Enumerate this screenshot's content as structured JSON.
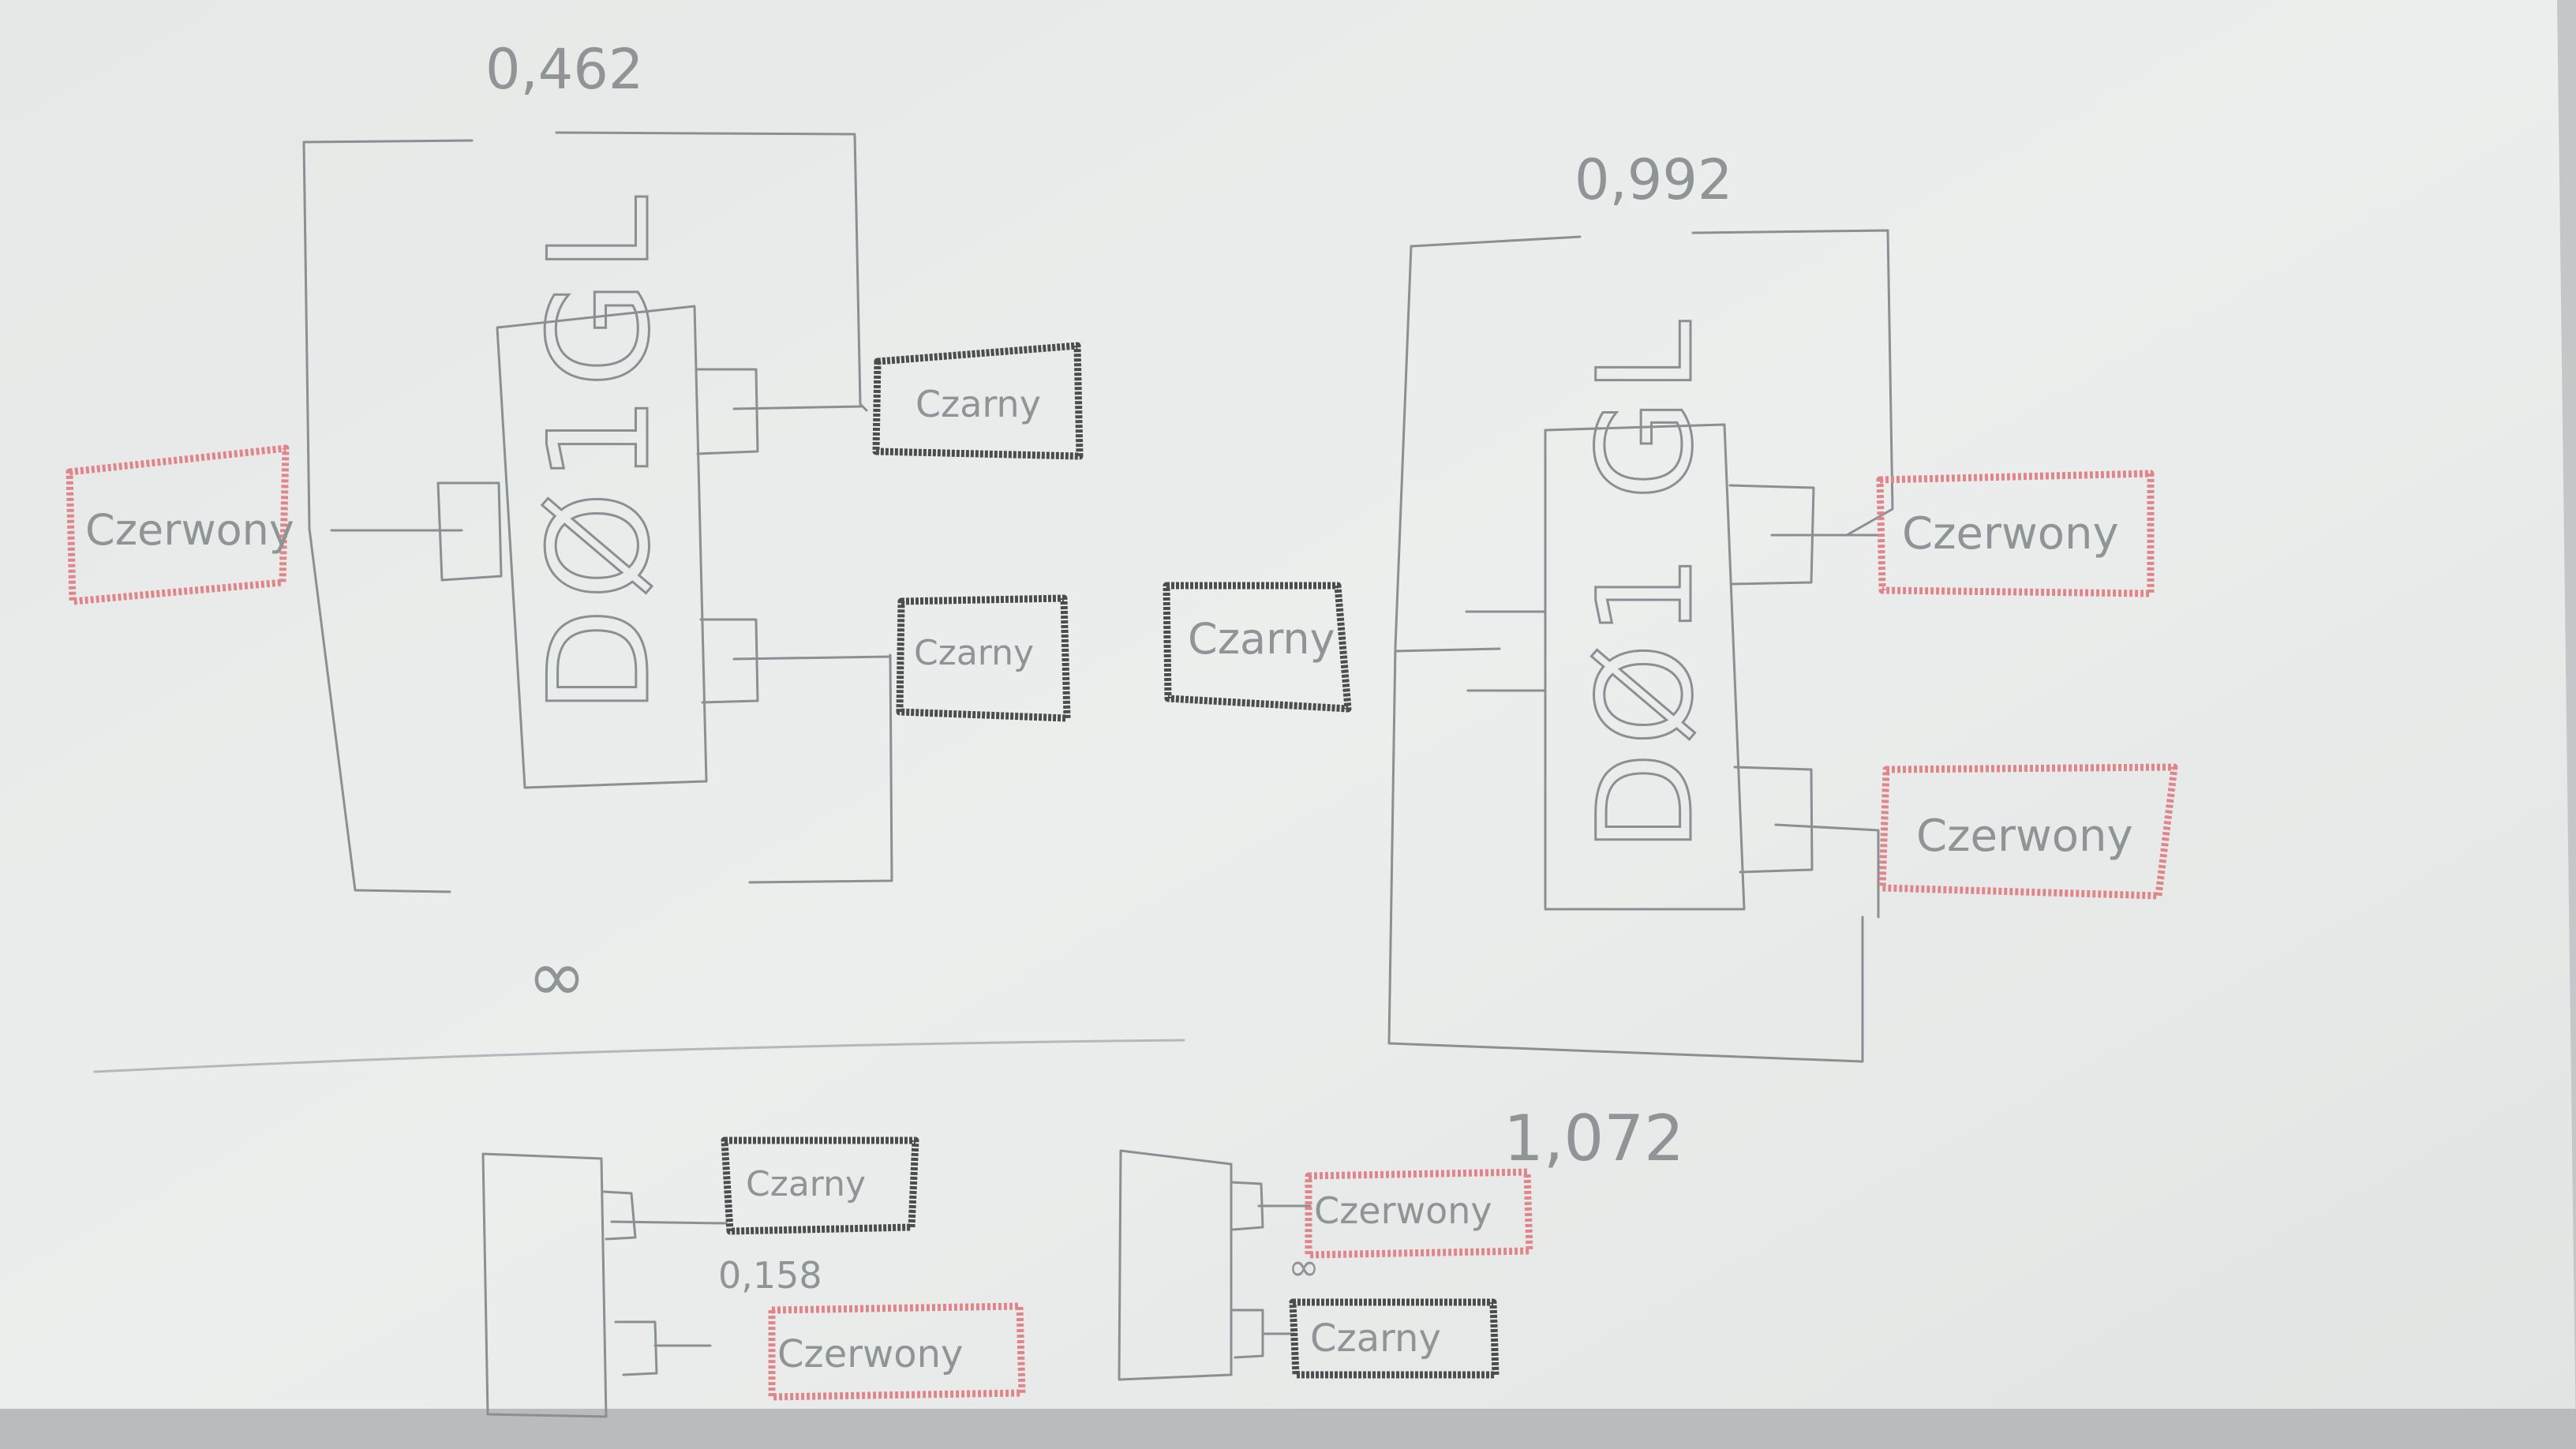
{
  "colors": {
    "paper": "#e9ebea",
    "pencil": "#8a8f92",
    "red_box": "#e0868a",
    "dark_box": "#4a4c4e"
  },
  "diagram": {
    "top_left": {
      "value": "0,462",
      "chip": "DØ1GL",
      "left_box": "Czerwony",
      "right_top_box": "Czarny",
      "right_bottom_box": "Czarny",
      "bottom_note": "∞"
    },
    "center_box": "Czarny",
    "top_right": {
      "value": "0,992",
      "chip": "DØ1 GL",
      "right_top_box": "Czerwony",
      "right_bottom_box": "Czerwony"
    },
    "bottom_left": {
      "top_box": "Czarny",
      "value": "0,158",
      "bottom_box": "Czerwony"
    },
    "bottom_right": {
      "value": "1,072",
      "top_box": "Czerwony",
      "note": "∞",
      "bottom_box": "Czarny"
    }
  }
}
